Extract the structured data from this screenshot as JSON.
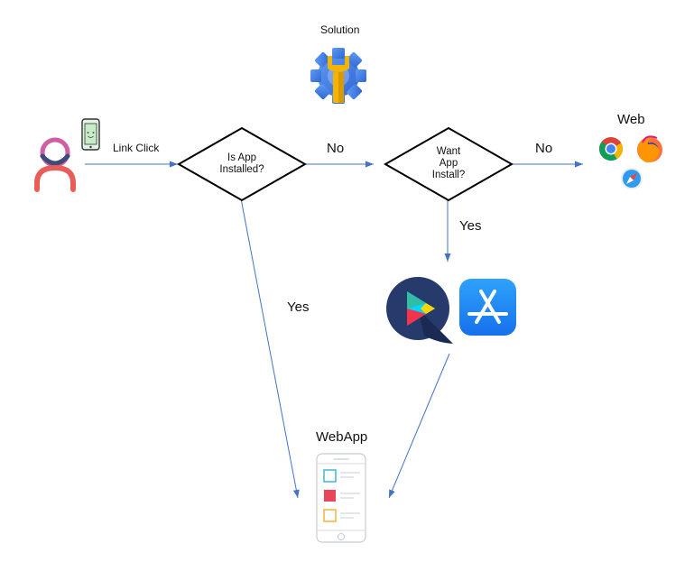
{
  "diagram": {
    "title": "Solution",
    "nodes": {
      "user": {
        "icon": "user-icon"
      },
      "phone": {
        "icon": "smartphone-icon"
      },
      "decision_installed": {
        "line1": "Is App",
        "line2": "Installed?"
      },
      "decision_want": {
        "line1": "Want",
        "line2": "App",
        "line3": "Install?"
      },
      "web": {
        "label": "Web",
        "icons": [
          "chrome-icon",
          "firefox-icon",
          "safari-icon"
        ]
      },
      "stores": {
        "icons": [
          "google-play-icon",
          "app-store-icon"
        ]
      },
      "webapp": {
        "label": "WebApp",
        "icon": "webapp-phone-icon"
      }
    },
    "edges": {
      "link_click": "Link Click",
      "installed_no": "No",
      "want_no": "No",
      "want_yes": "Yes",
      "installed_yes": "Yes"
    },
    "colors": {
      "arrow": "#4472c4",
      "gear_blue": "#3f7ee8",
      "wrench_yellow": "#f5b400",
      "user_pink": "#cf5fa1",
      "user_navy": "#3d4a7a",
      "user_coral": "#ea5c57",
      "play_bg": "#263a6b",
      "appstore_bg": "#1e8df5"
    }
  }
}
